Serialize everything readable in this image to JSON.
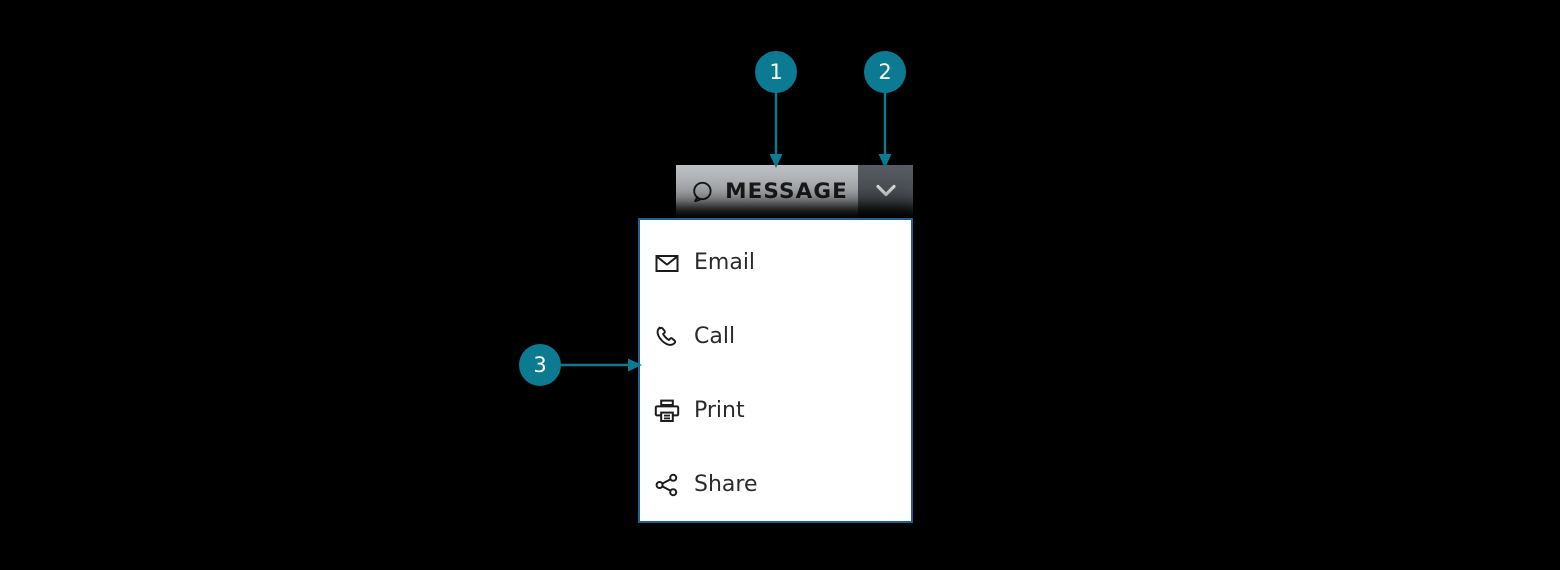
{
  "background_color": "#000000",
  "accent_color": "#0c7b92",
  "panel_border_color": "#1f6090",
  "button": {
    "label": "MESSAGE",
    "icon": "message-bubble-icon",
    "background_color": "#c6cacd",
    "text_color": "#1f1f1f",
    "toggle": {
      "icon": "chevron-down-icon",
      "background_color": "#5b6066",
      "icon_color": "#ffffff"
    }
  },
  "dropdown": {
    "background_color": "#ffffff",
    "items": [
      {
        "label": "Email",
        "icon": "envelope-icon"
      },
      {
        "label": "Call",
        "icon": "phone-icon"
      },
      {
        "label": "Print",
        "icon": "printer-icon"
      },
      {
        "label": "Share",
        "icon": "share-icon"
      }
    ]
  },
  "callouts": [
    {
      "number": "1",
      "target": "message-button"
    },
    {
      "number": "2",
      "target": "dropdown-toggle"
    },
    {
      "number": "3",
      "target": "dropdown-panel"
    }
  ]
}
